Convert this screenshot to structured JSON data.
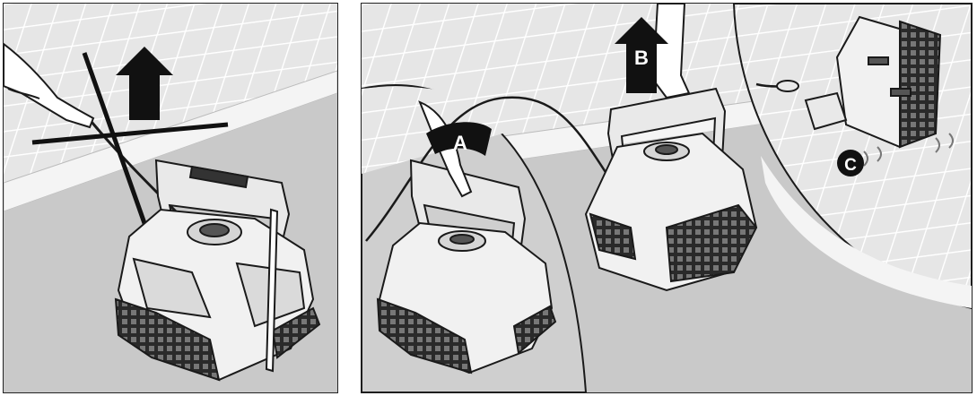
{
  "labels": {
    "a": "A",
    "b": "B",
    "c": "C"
  },
  "colors": {
    "tile_bg": "#e8e8e8",
    "grout": "#ffffff",
    "floor": "#c9c9c9",
    "ink": "#1a1a1a"
  }
}
